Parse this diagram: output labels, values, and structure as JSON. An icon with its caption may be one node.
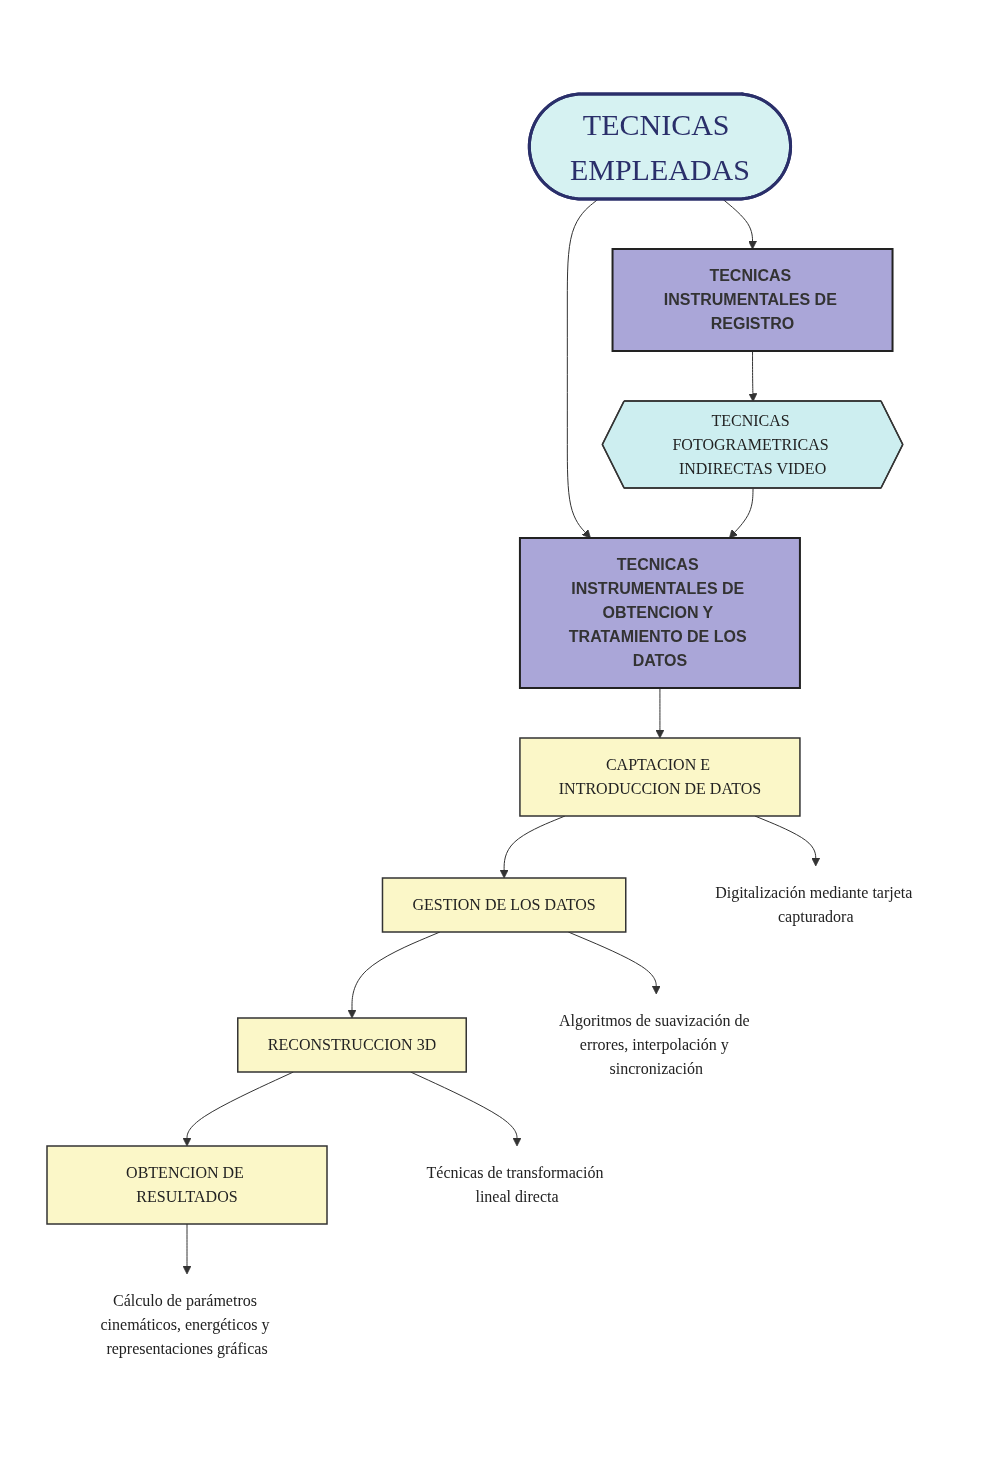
{
  "diagram": {
    "nodes": [
      {
        "text": [
          "TECNICAS EMPLEADAS"
        ]
      },
      {
        "text": [
          "TECNICAS INSTRUMENTALES DE REGISTRO"
        ]
      },
      {
        "text": [
          "TECNICAS INSTRUMENTALES DE OBTENCION Y TRATAMIENTO DE LOS DATOS"
        ]
      },
      {
        "text": [
          "TECNICAS FOTOGRAMETRICAS INDIRECTAS VIDEO"
        ]
      },
      {
        "text": [
          "CAPTACION E INTRODUCCION DE DATOS"
        ]
      },
      {
        "text": [
          "GESTION DE LOS DATOS"
        ]
      },
      {
        "text": [
          "RECONSTRUCCION 3D"
        ]
      },
      {
        "text": [
          "OBTENCION DE RESULTADOS"
        ]
      },
      {
        "text": [
          "Digitalización mediante tarjeta capturadora"
        ]
      },
      {
        "text": [
          "Algoritmos de suavización de errores, interpolación y sincronización"
        ]
      },
      {
        "text": [
          "Técnicas de transformación lineal directa"
        ]
      },
      {
        "text": [
          "Cálculo de parámetros cinemáticos, energéticos y representaciones gráficas"
        ]
      }
    ],
    "edges": [
      {
        "from": 0,
        "to": 1,
        "arrow": "to"
      },
      {
        "from": 0,
        "to": 2,
        "arrow": "to"
      },
      {
        "from": 1,
        "to": 3,
        "arrow": "to"
      },
      {
        "from": 3,
        "to": 2,
        "arrow": "to"
      },
      {
        "from": 2,
        "to": 4,
        "arrow": "to"
      },
      {
        "from": 4,
        "to": 5,
        "arrow": "to"
      },
      {
        "from": 5,
        "to": 6,
        "arrow": "to"
      },
      {
        "from": 6,
        "to": 7,
        "arrow": "to"
      },
      {
        "from": 4,
        "to": 8,
        "arrow": "to"
      },
      {
        "from": 5,
        "to": 9,
        "arrow": "to"
      },
      {
        "from": 6,
        "to": 10,
        "arrow": "to"
      },
      {
        "from": 7,
        "to": 11,
        "arrow": "to"
      }
    ]
  }
}
